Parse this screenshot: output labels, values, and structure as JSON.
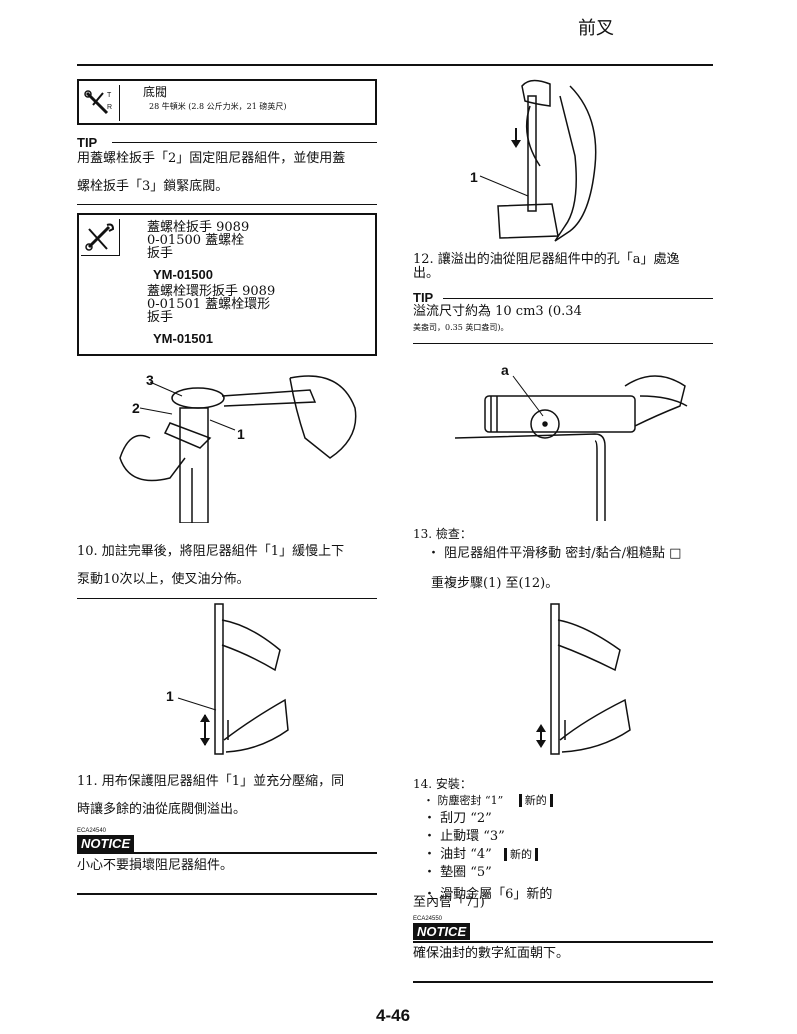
{
  "header": {
    "section_title": "前叉"
  },
  "page_number": "4-46",
  "left": {
    "torque_box": {
      "item": "底閥",
      "spec": "28 牛頓米 (2.8 公斤力米，21 磅英尺)"
    },
    "tip1": {
      "label": "TIP",
      "line1": "用蓋螺栓扳手「2」固定阻尼器組件，並使用蓋",
      "line2": "螺栓扳手「3」鎖緊底閥。"
    },
    "tool_box": {
      "line1": "蓋螺栓扳手 9089",
      "line2": "0-01500 蓋螺栓",
      "line3": "扳手",
      "code1": "YM-01500",
      "line4": "蓋螺栓環形扳手 9089",
      "line5": "0-01501 蓋螺栓環形",
      "line6": "扳手",
      "code2": "YM-01501"
    },
    "fig1": {
      "c1": "1",
      "c2": "2",
      "c3": "3"
    },
    "step10": {
      "line1": "10. 加註完畢後，將阻尼器組件「1」緩慢上下",
      "line2": "泵動10次以上，使叉油分佈。"
    },
    "fig2": {
      "c1": "1"
    },
    "step11": {
      "line1": "11. 用布保護阻尼器組件「1」並充分壓縮，同",
      "line2": "時讓多餘的油從底閥側溢出。"
    },
    "notice": {
      "code": "ECA24540",
      "label": "NOTICE",
      "text": "小心不要損壞阻尼器組件。"
    }
  },
  "right": {
    "fig3": {
      "c1": "1"
    },
    "step12": {
      "line1": "12. 讓溢出的油從阻尼器組件中的孔「a」處逸",
      "line2": "出。"
    },
    "tip2": {
      "label": "TIP",
      "line1": "溢流尺寸約為 10 cm3 (0.34",
      "line2": "美盎司，0.35 英口盎司)。"
    },
    "fig4": {
      "ca": "a"
    },
    "step13": {
      "line1": "13. 檢查：",
      "bullet1": "・ 阻尼器組件平滑移動 密封/黏合/粗糙點 □",
      "line2": "重複步驟(1) 至(12)。"
    },
    "step14": {
      "title": "14. 安裝：",
      "items": [
        {
          "text": "・ 防塵密封 “1”",
          "tag": "新的"
        },
        {
          "text": "・ 刮刀 “2”"
        },
        {
          "text": "・ 止動環 “3”"
        },
        {
          "text": "・ 油封 “4”",
          "tag": "新的"
        },
        {
          "text": "・ 墊圈 “5”"
        },
        {
          "text": "・ 滑動金屬「6」新的"
        }
      ],
      "tail": "至內管「7」)"
    },
    "notice2": {
      "code": "ECA24550",
      "label": "NOTICE",
      "text": "確保油封的數字紅面朝下。"
    }
  }
}
